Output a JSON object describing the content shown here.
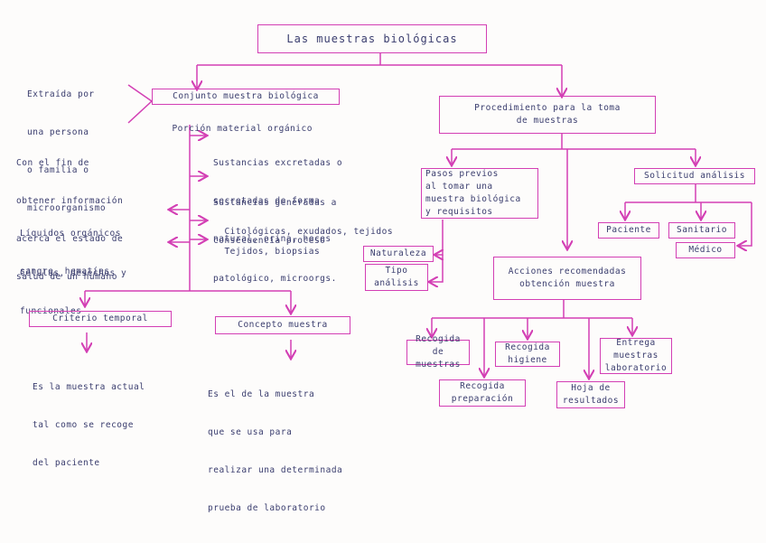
{
  "colors": {
    "line": "#d33fb4",
    "text": "#3a3d6e",
    "paper": "#fdfcfb"
  },
  "title": "Las muestras biológicas",
  "left": {
    "conjunto": "Conjunto muestra biológica",
    "porcion": "Porción material orgánico",
    "side_extraida": [
      "Extraída por",
      "una persona",
      "o familia o",
      "microorganismo"
    ],
    "side_fin": [
      "Con el fin de",
      "obtener información",
      "acerca el estado de",
      "salud de un humano"
    ],
    "side_liquidos": [
      "Líquidos orgánicos",
      "sangre, hematíes"
    ],
    "side_celulas": [
      "Células, desechos y",
      "funcionales"
    ],
    "right_list_1": [
      "Sustancias excretadas o",
      "secretadas de forma",
      "natural, orina, heces"
    ],
    "right_list_2": [
      "Sustancias generadas a",
      "consecuencia proceso",
      "patológico, microorgs."
    ],
    "right_list_3": "Citológicas, exudados, tejidos",
    "right_list_4": "Tejidos, biopsias",
    "criterio": "Criterio temporal",
    "criterio_desc": [
      "Es la muestra actual",
      "tal como se recoge",
      "del paciente"
    ],
    "concepto": "Concepto muestra",
    "concepto_desc": [
      "Es el de la muestra",
      "que se usa para",
      "realizar una determinada",
      "prueba de laboratorio"
    ]
  },
  "right": {
    "procedimiento": [
      "Procedimiento para la toma",
      "de muestras"
    ],
    "pasos": [
      "Pasos previos",
      "al tomar una",
      "muestra biológica",
      "y requisitos"
    ],
    "naturaleza": "Naturaleza",
    "tipo": [
      "Tipo",
      "análisis"
    ],
    "solicitud": "Solicitud análisis",
    "s1": "Paciente",
    "s2": "Sanitario",
    "s3": "Médico",
    "acciones": [
      "Acciones recomendadas",
      "obtención muestra"
    ],
    "a1": [
      "Recogida de",
      "muestras"
    ],
    "a2": [
      "Recogida",
      "higiene"
    ],
    "a3": [
      "Entrega",
      "muestras",
      "laboratorio"
    ],
    "a4": [
      "Recogida",
      "preparación"
    ],
    "a5": [
      "Hoja de",
      "resultados"
    ]
  }
}
